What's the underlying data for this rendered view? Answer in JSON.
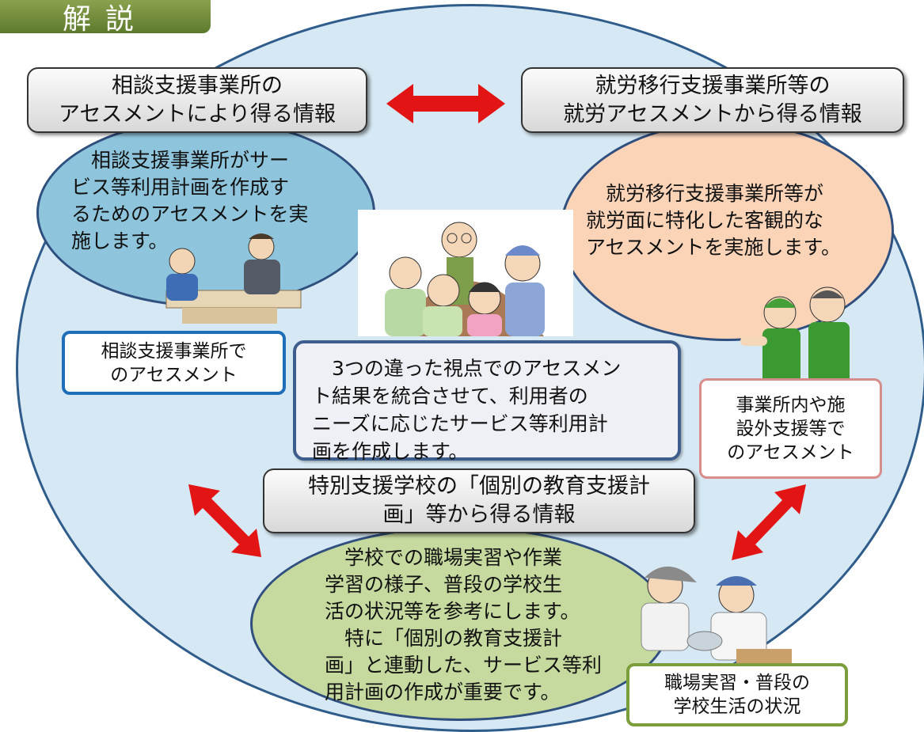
{
  "tag": "解説",
  "header_consult": "相談支援事業所の\nアセスメントにより得る情報",
  "header_work": "就労移行支援事業所等の\n就労アセスメントから得る情報",
  "header_school": "特別支援学校の「個別の教育支援計\n画」等から得る情報",
  "ellipse_consult": "　相談支援事業所がサー\nビス等利用計画を作成す\nるためのアセスメントを実\n施します。",
  "ellipse_work": "　就労移行支援事業所等が\n就労面に特化した客観的な\nアセスメントを実施します。",
  "ellipse_school": "　学校での職場実習や作業\n学習の様子、普段の学校生\n活の状況等を参考にします。\n　特に「個別の教育支援計\n画」と連動した、サービス等利\n用計画の作成が重要です。",
  "center_text": "　3つの違った視点でのアセスメン\nト結果を統合させて、利用者の\nニーズに応じたサービス等利用計\n画を作成します。",
  "label_consult": "相談支援事業所で\nのアセスメント",
  "label_work": "事業所内や施\n設外支援等で\nのアセスメント",
  "label_school": "職場実習・普段の\n学校生活の状況",
  "colors": {
    "blue": "#8ec5dc",
    "orange": "#fbd4b8",
    "green": "#c6d99e",
    "arrow": "#e21414"
  }
}
